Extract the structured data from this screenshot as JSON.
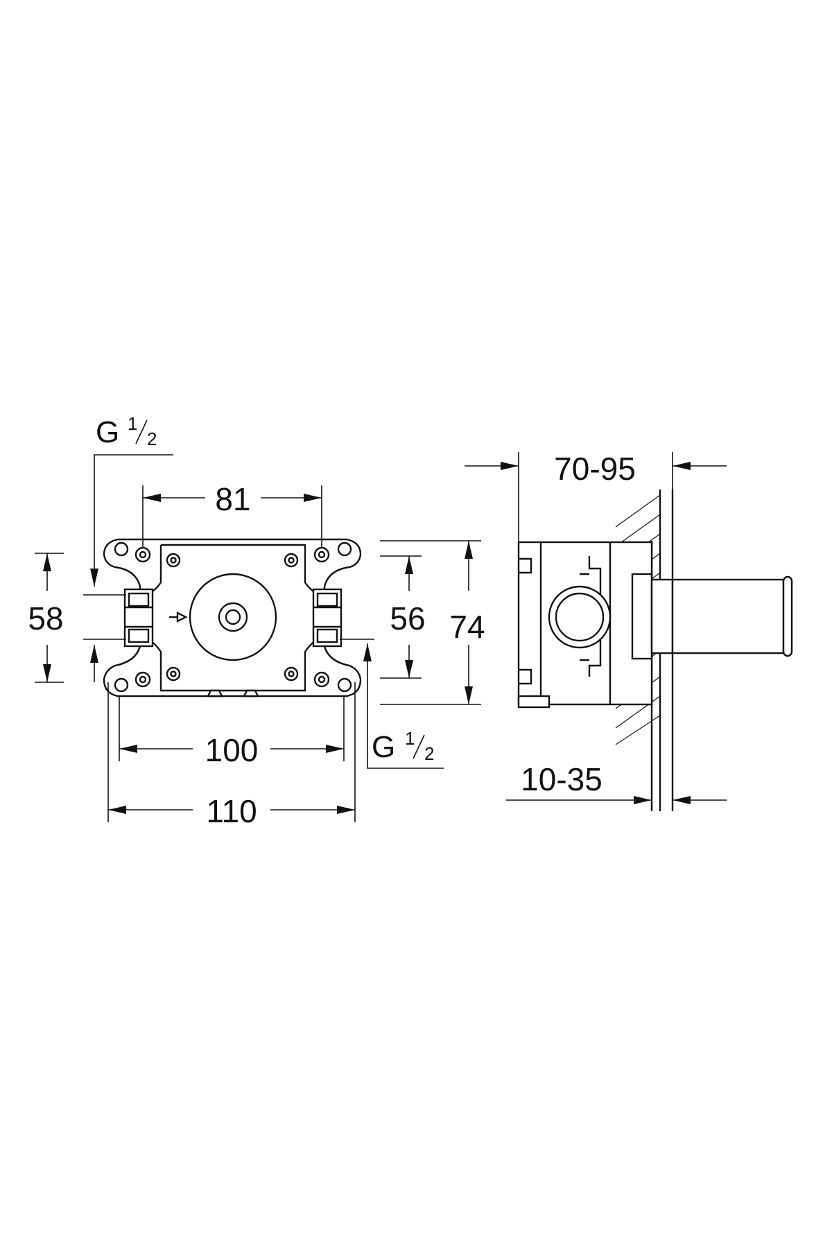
{
  "drawing": {
    "front_view": {
      "thread_top": {
        "g": "G",
        "num": "1",
        "den": "2"
      },
      "thread_bottom": {
        "g": "G",
        "num": "1",
        "den": "2"
      },
      "dim_width_81": "81",
      "dim_height_58": "58",
      "dim_height_56": "56",
      "dim_height_74": "74",
      "dim_width_100": "100",
      "dim_width_110": "110"
    },
    "side_view": {
      "dim_depth_range": "70-95",
      "dim_wall_range": "10-35"
    }
  }
}
